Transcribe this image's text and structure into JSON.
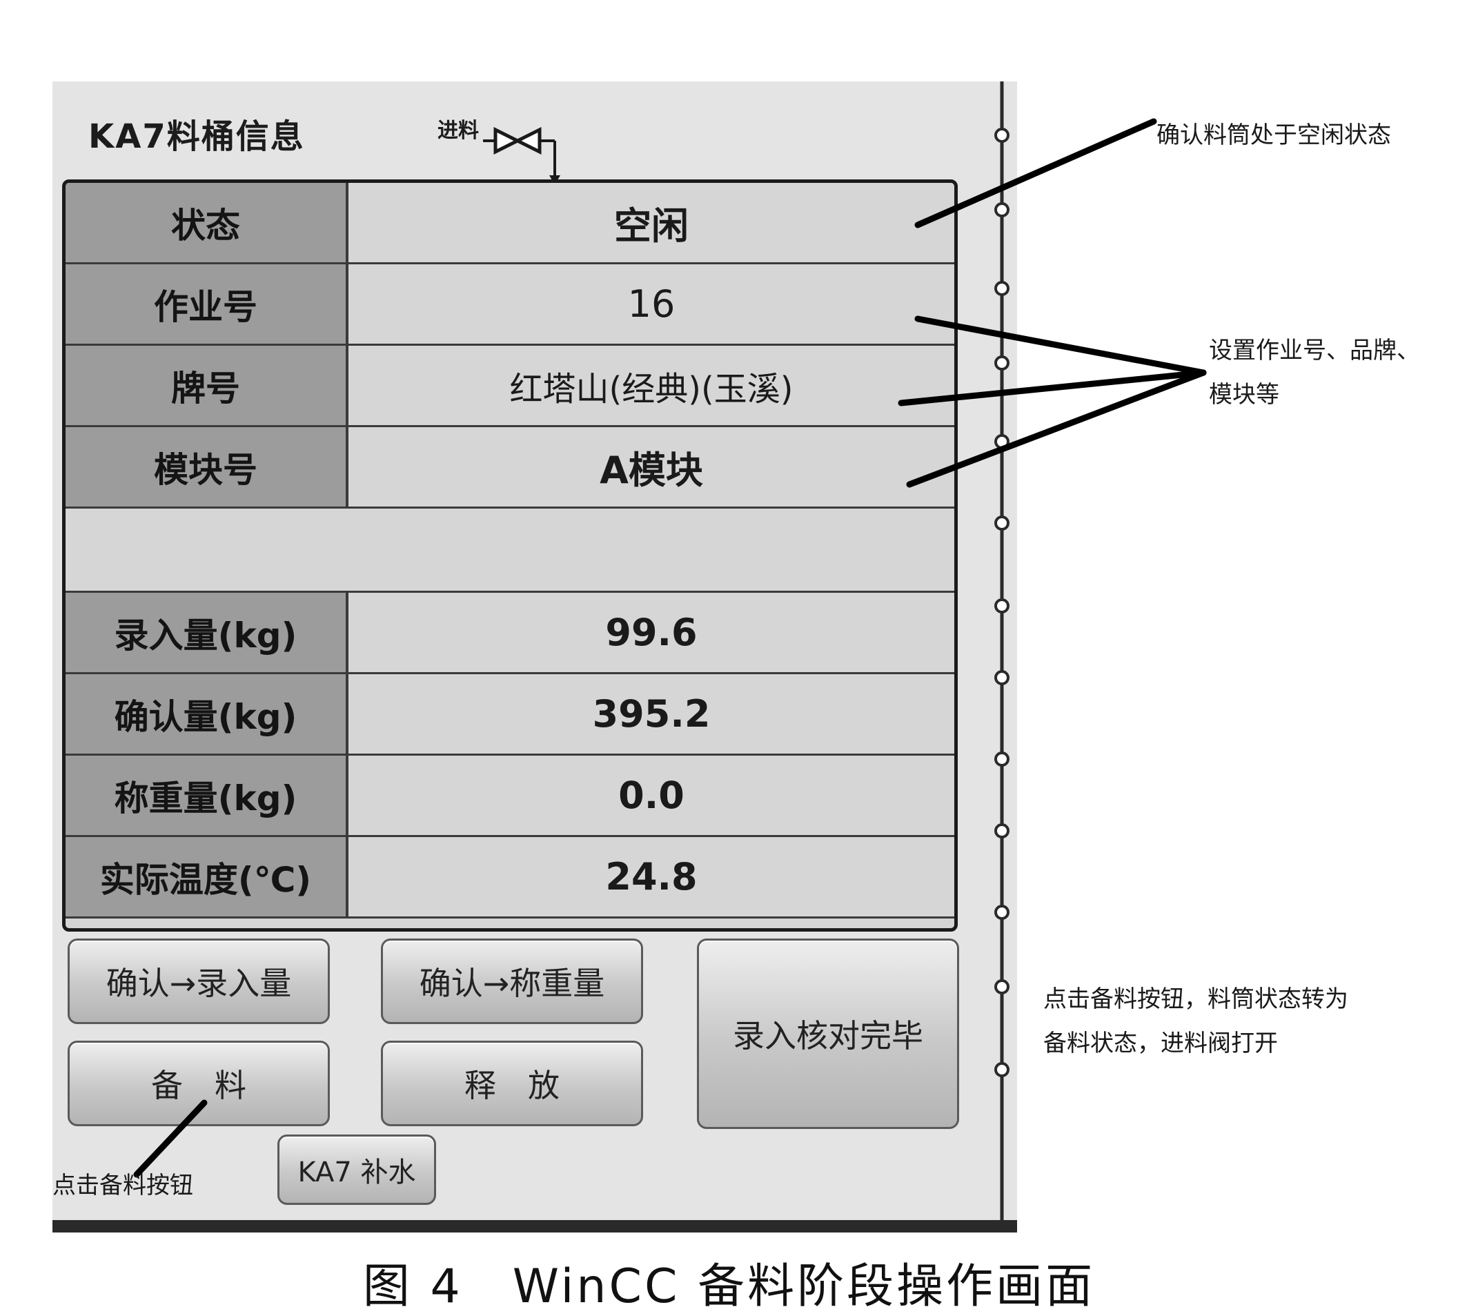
{
  "panel": {
    "title": "KA7料桶信息",
    "valve_label": "进料"
  },
  "table": {
    "status_label": "状态",
    "status_value": "空闲",
    "job_label": "作业号",
    "job_value": "16",
    "brand_label": "牌号",
    "brand_value": "红塔山(经典)(玉溪)",
    "module_label": "模块号",
    "module_value": "A模块",
    "input_qty_label": "录入量(kg)",
    "input_qty_value": "99.6",
    "confirm_qty_label": "确认量(kg)",
    "confirm_qty_value": "395.2",
    "weigh_qty_label": "称重量(kg)",
    "weigh_qty_value": "0.0",
    "temp_label": "实际温度(℃)",
    "temp_value": "24.8"
  },
  "buttons": {
    "confirm_input": "确认→录入量",
    "confirm_weight": "确认→称重量",
    "check_done": "录入核对完毕",
    "prepare": "备　料",
    "release": "释　放",
    "water": "KA7 补水"
  },
  "annotations": {
    "status": "确认料筒处于空闲状态",
    "setup_line1": "设置作业号、品牌、",
    "setup_line2": "模块等",
    "prepare_line1": "点击备料按钮，料筒状态转为",
    "prepare_line2": "备料状态，进料阀打开",
    "click_prepare": "点击备料按钮"
  },
  "caption": "图 4　WinCC 备料阶段操作画面"
}
